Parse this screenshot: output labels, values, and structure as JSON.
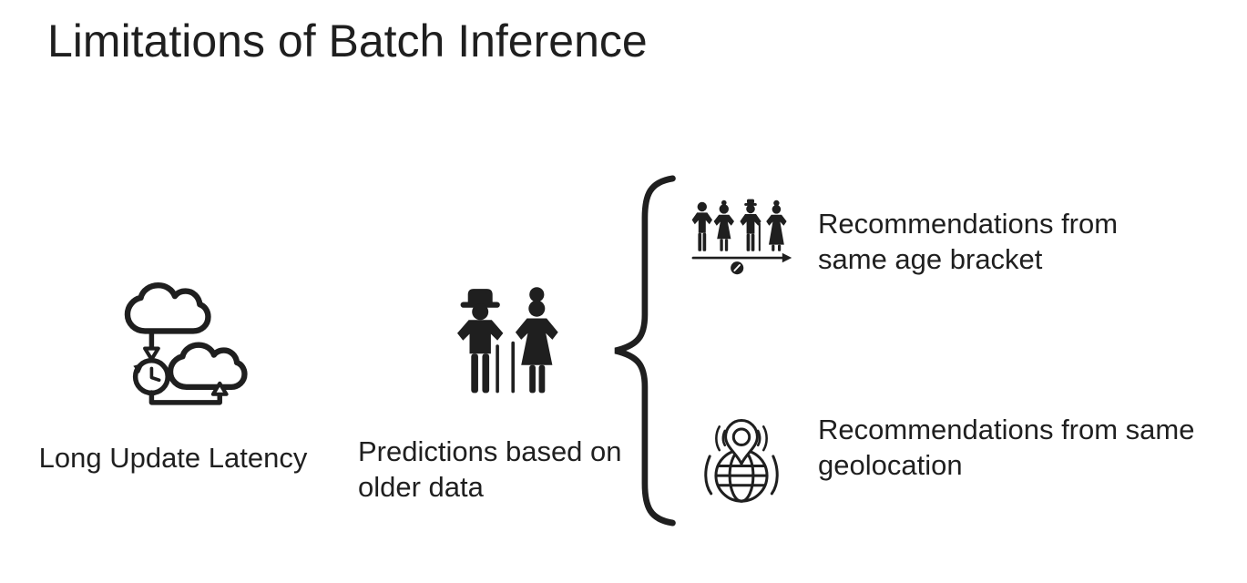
{
  "slide": {
    "title": "Limitations of Batch Inference",
    "limitations": [
      {
        "id": "long-update-latency",
        "icon": "cloud-sync-clock-icon",
        "lines": [
          "Long Update Latency"
        ]
      },
      {
        "id": "predictions-older-data",
        "icon": "elderly-couple-icon",
        "lines": [
          "Predictions based on",
          "older data"
        ]
      }
    ],
    "consequences": [
      {
        "id": "same-age-bracket",
        "icon": "age-progression-timeline-icon",
        "lines": [
          "Recommendations from",
          "same age bracket"
        ]
      },
      {
        "id": "same-geolocation",
        "icon": "globe-location-pin-icon",
        "lines": [
          "Recommendations from same",
          "geolocation"
        ]
      }
    ],
    "colors": {
      "ink": "#1f1f1f",
      "background": "#ffffff"
    }
  }
}
